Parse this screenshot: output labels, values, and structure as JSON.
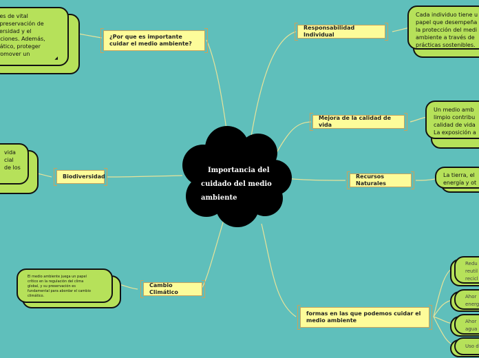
{
  "central_topic": {
    "line1": "Importancia del",
    "line2": "cuidado del medio",
    "line3": "ambiente"
  },
  "topics": {
    "por_que": "¿Por que es importante cuidar el medio ambiente?",
    "responsabilidad": "Responsabilidad Individual",
    "mejora": "Mejora de la calidad de vida",
    "biodiversidad": "Biodiversidad",
    "recursos": "Recursos Naturales",
    "cambio": "Cambio Climático",
    "formas": "formas en las que podemos cuidar el medio ambiente"
  },
  "notes": {
    "por_que": [
      "e es de vital",
      "a preservación de",
      "iversidad y el",
      "raciones. Además,",
      "mático, proteger",
      "promover un"
    ],
    "responsabilidad": [
      "Cada individuo tiene u",
      "papel que desempeña",
      "la protección del medi",
      "ambiente a través de",
      "prácticas sostenibles."
    ],
    "mejora": [
      "Un medio amb",
      "limpio contribu",
      "calidad de vida",
      "La exposición a"
    ],
    "biodiversidad": [
      "vida",
      "cial",
      "de los"
    ],
    "recursos": [
      "La tierra, el",
      "energía y ot"
    ],
    "cambio": [
      "El medio ambiente juega un papel",
      "crítico en la regulación del clima",
      "global, y su preservación es",
      "fundamental para abordar el cambio",
      "climático."
    ],
    "formas_1": [
      "Redu",
      "reutil",
      "recicl"
    ],
    "formas_2": [
      "Ahor",
      "energ"
    ],
    "formas_3": [
      "Ahor",
      "agua"
    ],
    "formas_4": [
      "Uso d"
    ]
  },
  "colors": {
    "background": "#5fbfbb",
    "topic_fill": "#fdfc9a",
    "topic_border": "#c9a35c",
    "note_fill": "#b6e15a",
    "link": "#e9e39a",
    "cloud": "#000000"
  },
  "icons": {
    "collapse_marker": "triangle-marker-icon"
  }
}
